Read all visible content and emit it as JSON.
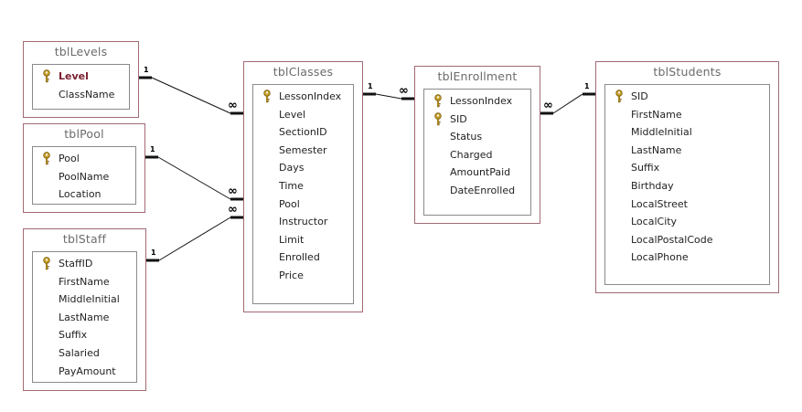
{
  "tables": [
    {
      "id": "tblLevels",
      "title": "tblLevels",
      "fields": [
        {
          "name": "Level",
          "key": true,
          "selected": true
        },
        {
          "name": "ClassName"
        }
      ]
    },
    {
      "id": "tblPool",
      "title": "tblPool",
      "fields": [
        {
          "name": "Pool",
          "key": true
        },
        {
          "name": "PoolName"
        },
        {
          "name": "Location"
        }
      ]
    },
    {
      "id": "tblStaff",
      "title": "tblStaff",
      "fields": [
        {
          "name": "StaffID",
          "key": true
        },
        {
          "name": "FirstName"
        },
        {
          "name": "MiddleInitial"
        },
        {
          "name": "LastName"
        },
        {
          "name": "Suffix"
        },
        {
          "name": "Salaried"
        },
        {
          "name": "PayAmount"
        }
      ]
    },
    {
      "id": "tblClasses",
      "title": "tblClasses",
      "fields": [
        {
          "name": "LessonIndex",
          "key": true
        },
        {
          "name": "Level"
        },
        {
          "name": "SectionID"
        },
        {
          "name": "Semester"
        },
        {
          "name": "Days"
        },
        {
          "name": "Time"
        },
        {
          "name": "Pool"
        },
        {
          "name": "Instructor"
        },
        {
          "name": "Limit"
        },
        {
          "name": "Enrolled"
        },
        {
          "name": "Price"
        }
      ]
    },
    {
      "id": "tblEnrollment",
      "title": "tblEnrollment",
      "fields": [
        {
          "name": "LessonIndex",
          "key": true
        },
        {
          "name": "SID",
          "key": true
        },
        {
          "name": "Status"
        },
        {
          "name": "Charged"
        },
        {
          "name": "AmountPaid"
        },
        {
          "name": "DateEnrolled"
        }
      ]
    },
    {
      "id": "tblStudents",
      "title": "tblStudents",
      "fields": [
        {
          "name": "SID",
          "key": true
        },
        {
          "name": "FirstName"
        },
        {
          "name": "MiddleInitial"
        },
        {
          "name": "LastName"
        },
        {
          "name": "Suffix"
        },
        {
          "name": "Birthday"
        },
        {
          "name": "LocalStreet"
        },
        {
          "name": "LocalCity"
        },
        {
          "name": "LocalPostalCode"
        },
        {
          "name": "LocalPhone"
        }
      ]
    }
  ],
  "relationships": [
    {
      "from": "tblLevels.Level",
      "to": "tblClasses.Level",
      "from_card": "1",
      "to_card": "∞"
    },
    {
      "from": "tblPool.Pool",
      "to": "tblClasses.Pool",
      "from_card": "1",
      "to_card": "∞"
    },
    {
      "from": "tblStaff.StaffID",
      "to": "tblClasses.Instructor",
      "from_card": "1",
      "to_card": "∞"
    },
    {
      "from": "tblClasses.LessonIndex",
      "to": "tblEnrollment.LessonIndex",
      "from_card": "1",
      "to_card": "∞"
    },
    {
      "from": "tblStudents.SID",
      "to": "tblEnrollment.SID",
      "from_card": "1",
      "to_card": "∞"
    }
  ],
  "colors": {
    "table_border": "#a06a74",
    "field_border": "#8a8a8a",
    "title_text": "#6b6b6b",
    "selected_field": "#7a2030",
    "key_icon": "#c9a227",
    "line": "#111111"
  },
  "icons": {
    "primary_key": "key-icon"
  }
}
